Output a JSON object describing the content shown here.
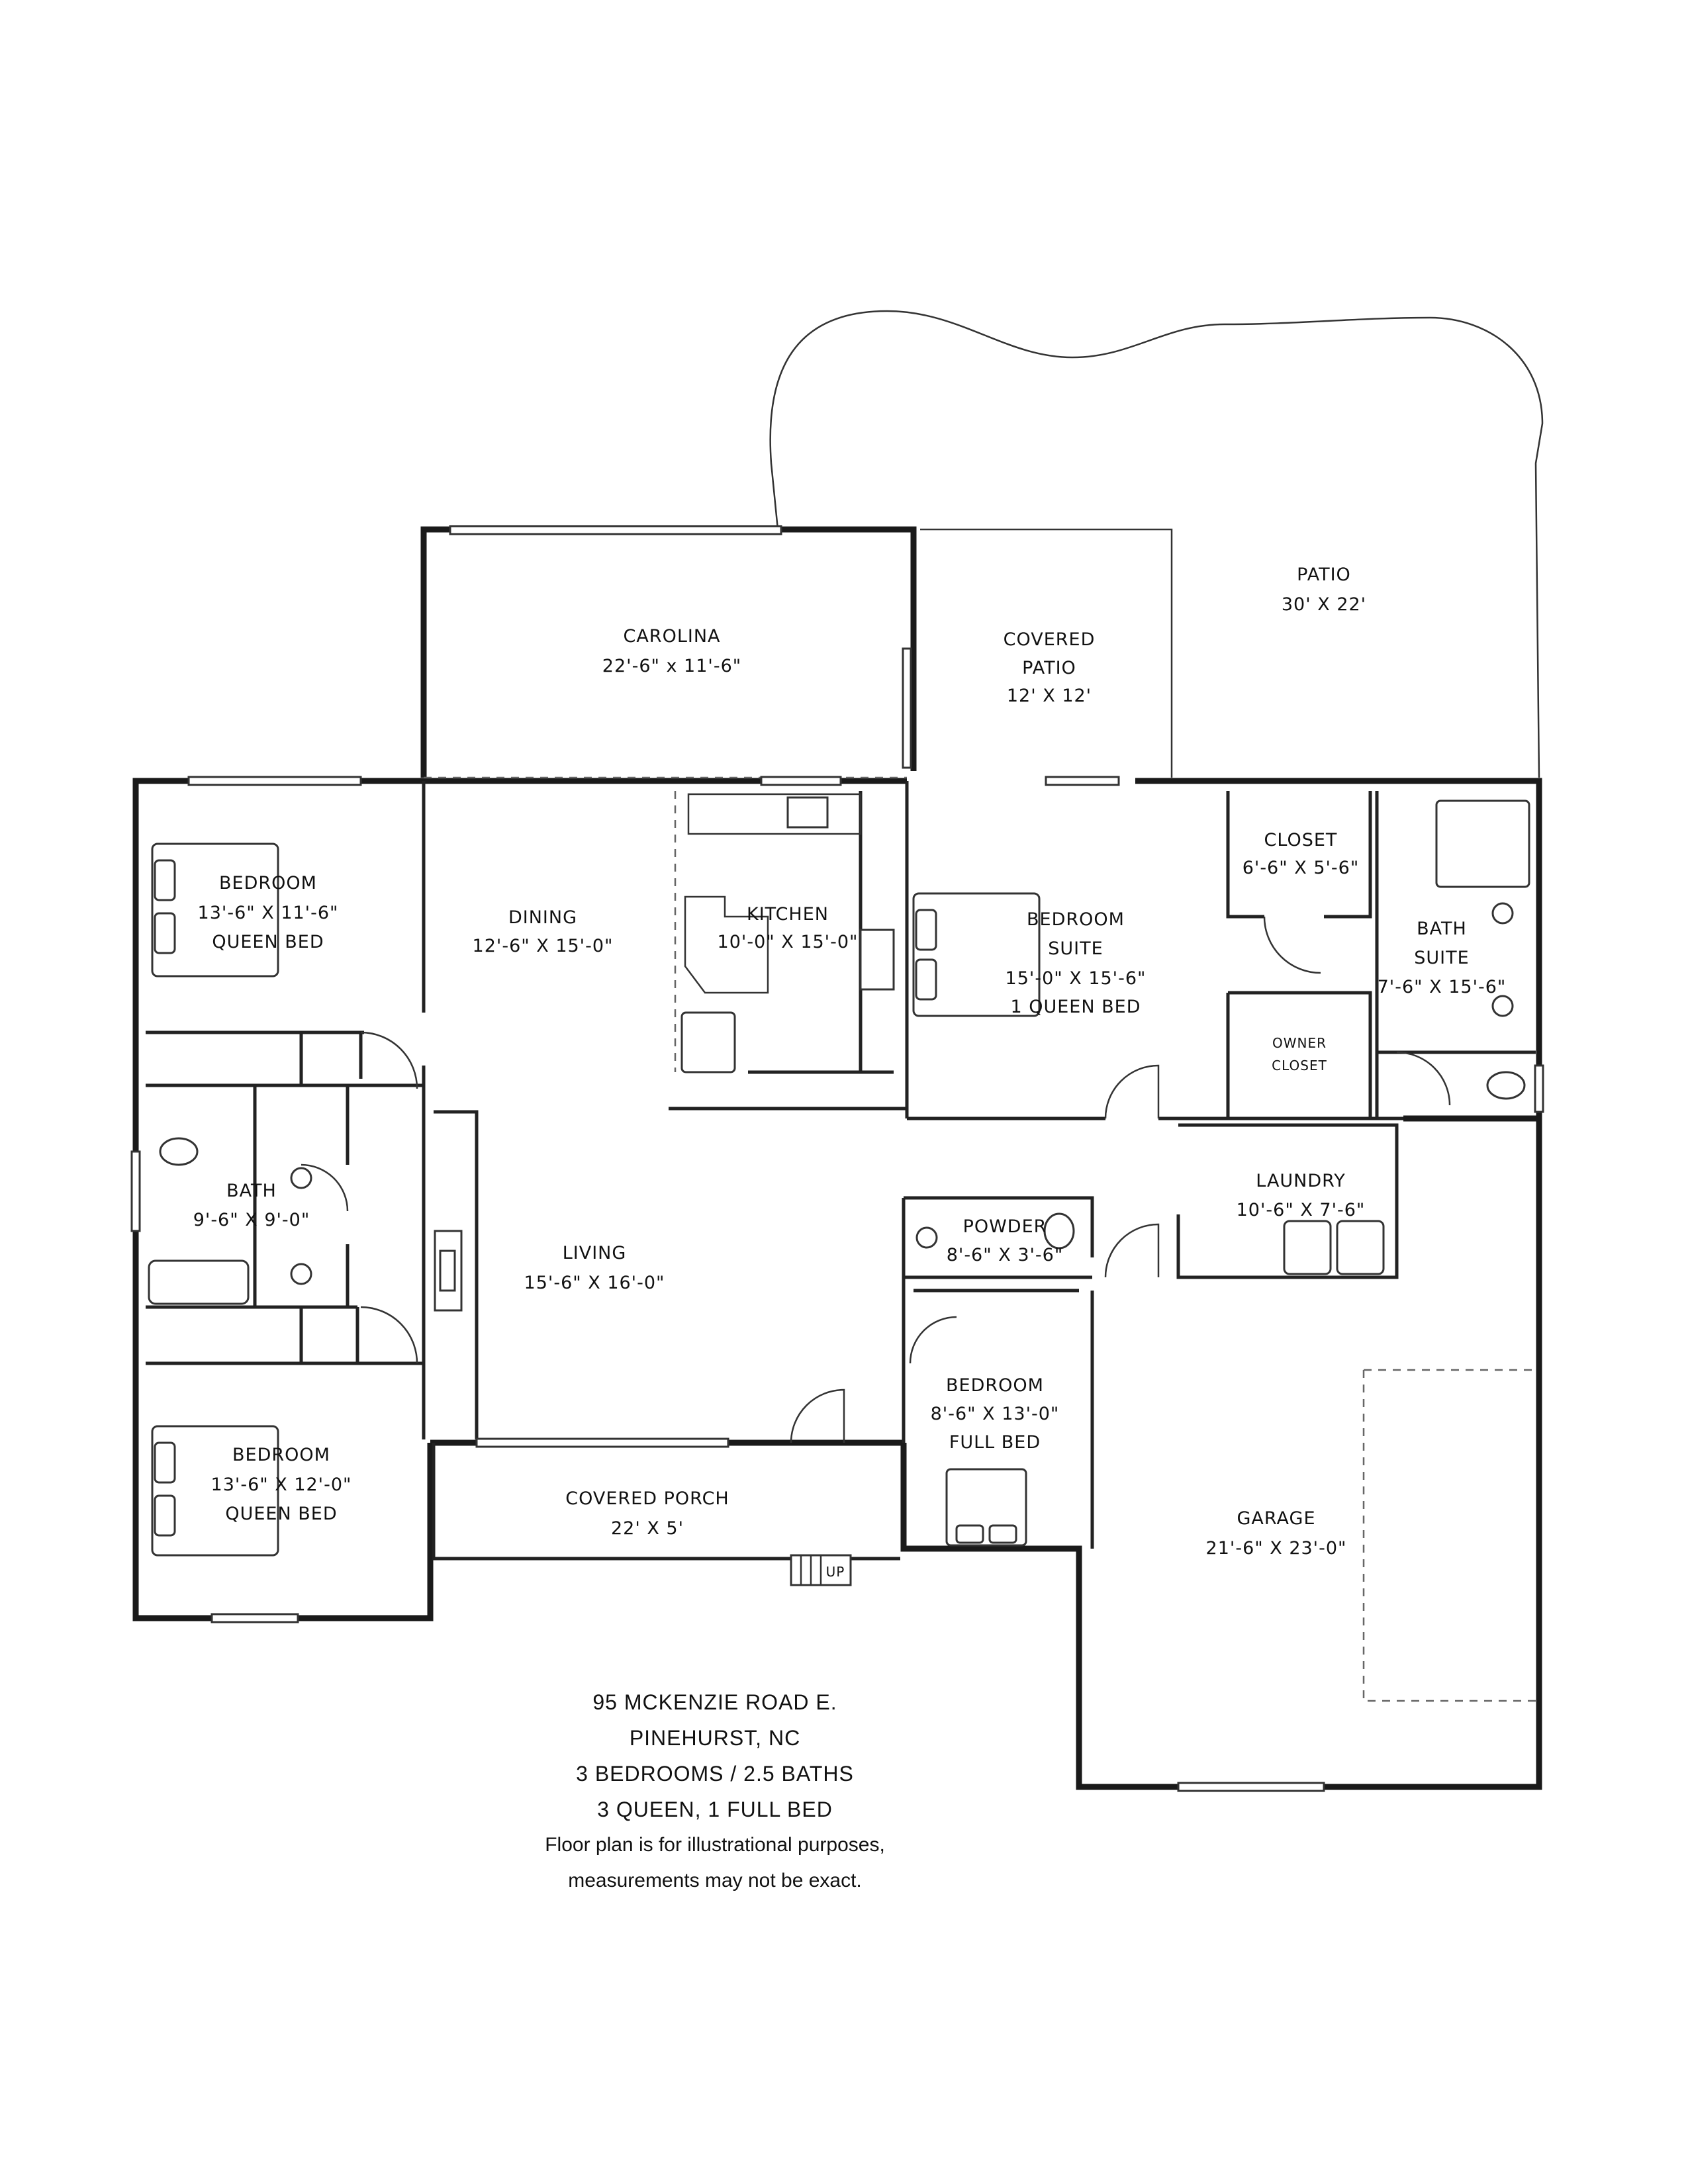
{
  "rooms": {
    "patio": {
      "name": "PATIO",
      "size": "30' X 22'"
    },
    "carolina": {
      "name": "CAROLINA",
      "size": "22'-6\" x 11'-6\""
    },
    "covered_patio": {
      "name_1": "COVERED",
      "name_2": "PATIO",
      "size": "12' X 12'"
    },
    "closet": {
      "name": "CLOSET",
      "size": "6'-6\" X 5'-6\""
    },
    "bedroom_nw": {
      "name": "BEDROOM",
      "size": "13'-6\" X 11'-6\"",
      "bed": "QUEEN BED"
    },
    "dining": {
      "name": "DINING",
      "size": "12'-6\" X 15'-0\""
    },
    "kitchen": {
      "name": "KITCHEN",
      "size": "10'-0\" X 15'-0\""
    },
    "bedroom_suite": {
      "name_1": "BEDROOM",
      "name_2": "SUITE",
      "size": "15'-0\" X 15'-6\"",
      "bed": "1 QUEEN BED"
    },
    "bath_suite": {
      "name_1": "BATH",
      "name_2": "SUITE",
      "size": "7'-6\" X 15'-6\""
    },
    "owner_closet": {
      "name_1": "OWNER",
      "name_2": "CLOSET"
    },
    "bath": {
      "name": "BATH",
      "size": "9'-6\" X 9'-0\""
    },
    "laundry": {
      "name": "LAUNDRY",
      "size": "10'-6\" X 7'-6\""
    },
    "powder": {
      "name": "POWDER",
      "size": "8'-6\" X 3'-6\""
    },
    "living": {
      "name": "LIVING",
      "size": "15'-6\" X 16'-0\""
    },
    "bedroom_full": {
      "name": "BEDROOM",
      "size": "8'-6\" X 13'-0\"",
      "bed": "FULL BED"
    },
    "bedroom_sw": {
      "name": "BEDROOM",
      "size": "13'-6\" X 12'-0\"",
      "bed": "QUEEN BED"
    },
    "covered_porch": {
      "name": "COVERED PORCH",
      "size": "22' X 5'"
    },
    "garage": {
      "name": "GARAGE",
      "size": "21'-6\" X 23'-0\""
    }
  },
  "stairs": {
    "label": "UP"
  },
  "caption": {
    "address": "95 MCKENZIE ROAD E.",
    "city": "PINEHURST, NC",
    "summary": "3 BEDROOMS / 2.5 BATHS",
    "beds": "3 QUEEN, 1 FULL BED",
    "note_1": "Floor plan is for illustrational purposes,",
    "note_2": "measurements may not be exact."
  }
}
